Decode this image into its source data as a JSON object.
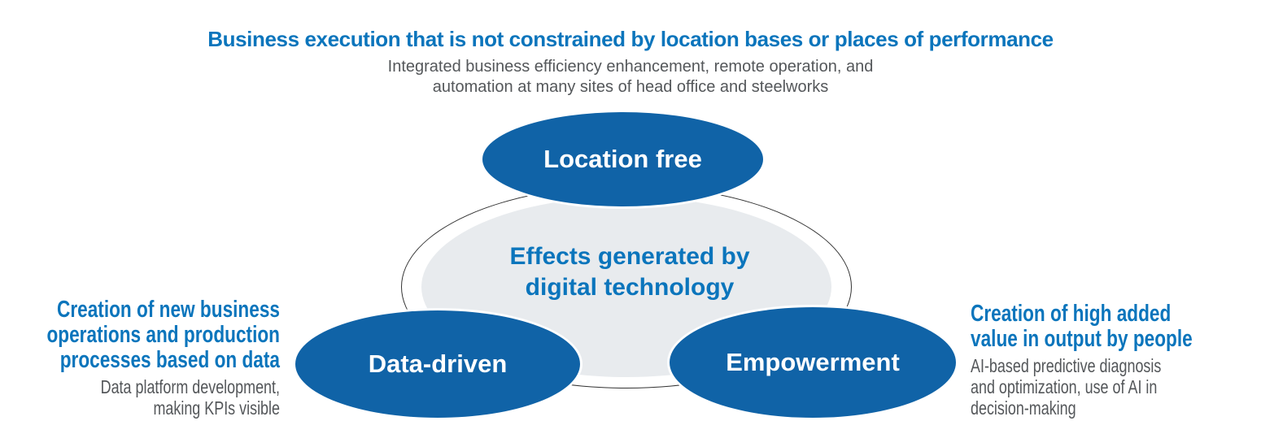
{
  "colors": {
    "bubble_blue": "#1063a7",
    "heading_blue": "#0b75bc",
    "body_gray": "#54575a",
    "inner_gray": "#e8ebee",
    "outline_stroke": "#333333",
    "bubble_text": "#ffffff"
  },
  "top": {
    "heading": "Business execution that is not constrained by location bases or places of performance",
    "subtext_lines": [
      "Integrated business efficiency enhancement, remote operation, and",
      "automation at many sites of head office and steelworks"
    ]
  },
  "center": {
    "lines": [
      "Effects generated by",
      "digital technology"
    ]
  },
  "bubbles": {
    "top": "Location free",
    "left": "Data-driven",
    "right": "Empowerment"
  },
  "left_note": {
    "heading_lines": [
      "Creation of new business",
      "operations and production",
      "processes based on data"
    ],
    "body_lines": [
      "Data platform development,",
      "making KPIs visible"
    ]
  },
  "right_note": {
    "heading_lines": [
      "Creation of high added",
      "value in output by people"
    ],
    "body_lines": [
      "AI-based predictive diagnosis",
      "and optimization, use of AI in",
      "decision-making"
    ]
  }
}
